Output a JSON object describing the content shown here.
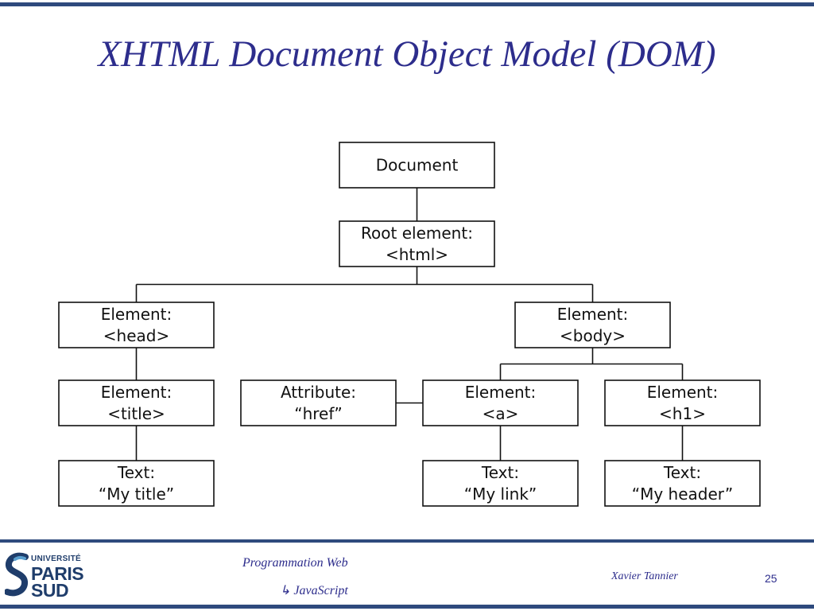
{
  "title": "XHTML Document Object Model (DOM)",
  "colors": {
    "rule": "#2e4a7d",
    "title": "#2d2d8c",
    "footer": "#2d2d8c",
    "stroke": "#111111"
  },
  "diagram": {
    "nodes": [
      {
        "id": "document",
        "lines": [
          "Document"
        ]
      },
      {
        "id": "root",
        "lines": [
          "Root element:",
          "<html>"
        ]
      },
      {
        "id": "head",
        "lines": [
          "Element:",
          "<head>"
        ]
      },
      {
        "id": "body",
        "lines": [
          "Element:",
          "<body>"
        ]
      },
      {
        "id": "title",
        "lines": [
          "Element:",
          "<title>"
        ]
      },
      {
        "id": "attr",
        "lines": [
          "Attribute:",
          "“href”"
        ]
      },
      {
        "id": "a",
        "lines": [
          "Element:",
          "<a>"
        ]
      },
      {
        "id": "h1",
        "lines": [
          "Element:",
          "<h1>"
        ]
      },
      {
        "id": "text-title",
        "lines": [
          "Text:",
          "“My title”"
        ]
      },
      {
        "id": "text-link",
        "lines": [
          "Text:",
          "“My link”"
        ]
      },
      {
        "id": "text-header",
        "lines": [
          "Text:",
          "“My header”"
        ]
      }
    ],
    "edges": [
      [
        "document",
        "root"
      ],
      [
        "root",
        "head"
      ],
      [
        "root",
        "body"
      ],
      [
        "head",
        "title"
      ],
      [
        "title",
        "text-title"
      ],
      [
        "body",
        "a"
      ],
      [
        "body",
        "h1"
      ],
      [
        "a",
        "text-link"
      ],
      [
        "h1",
        "text-header"
      ],
      [
        "attr",
        "a"
      ]
    ]
  },
  "logo": {
    "line1": "UNIVERSITÉ",
    "line2": "PARIS",
    "line3": "SUD"
  },
  "footer": {
    "course": "Programmation Web",
    "topic": "JavaScript",
    "topic_icon": "arrow-icon",
    "author": "Xavier Tannier",
    "page": "25"
  }
}
